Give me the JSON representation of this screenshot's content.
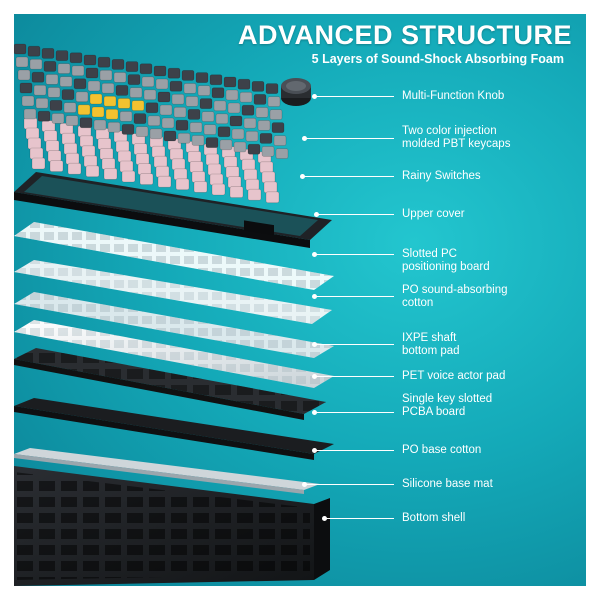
{
  "header": {
    "title": "ADVANCED STRUCTURE",
    "subtitle": "5 Layers of Sound-Shock Absorbing Foam"
  },
  "layers": [
    {
      "id": "knob",
      "lines": [
        "Multi-Function Knob"
      ]
    },
    {
      "id": "keycaps",
      "lines": [
        "Two color injection",
        "molded PBT keycaps"
      ]
    },
    {
      "id": "switches",
      "lines": [
        "Rainy Switches"
      ]
    },
    {
      "id": "upper",
      "lines": [
        "Upper cover"
      ]
    },
    {
      "id": "pcboard",
      "lines": [
        "Slotted PC",
        "positioning board"
      ]
    },
    {
      "id": "pocotton",
      "lines": [
        "PO sound-absorbing",
        "cotton"
      ]
    },
    {
      "id": "ixpe",
      "lines": [
        "IXPE shaft",
        "bottom pad"
      ]
    },
    {
      "id": "pet",
      "lines": [
        "PET voice actor pad"
      ]
    },
    {
      "id": "pcba",
      "lines": [
        "Single key slotted",
        "PCBA board"
      ]
    },
    {
      "id": "base",
      "lines": [
        "PO base cotton"
      ]
    },
    {
      "id": "silicone",
      "lines": [
        "Silicone base mat"
      ]
    },
    {
      "id": "shell",
      "lines": [
        "Bottom shell"
      ]
    }
  ],
  "colors": {
    "background": "#14a9b8",
    "label": "#ffffff",
    "keycap_gray": "#9aa0a6",
    "keycap_dark": "#3d4149",
    "keycap_yellow": "#f2c230",
    "switch_pink": "#e7c4cc",
    "plate_white": "#eef2f4",
    "frame_black": "#1f2226"
  }
}
